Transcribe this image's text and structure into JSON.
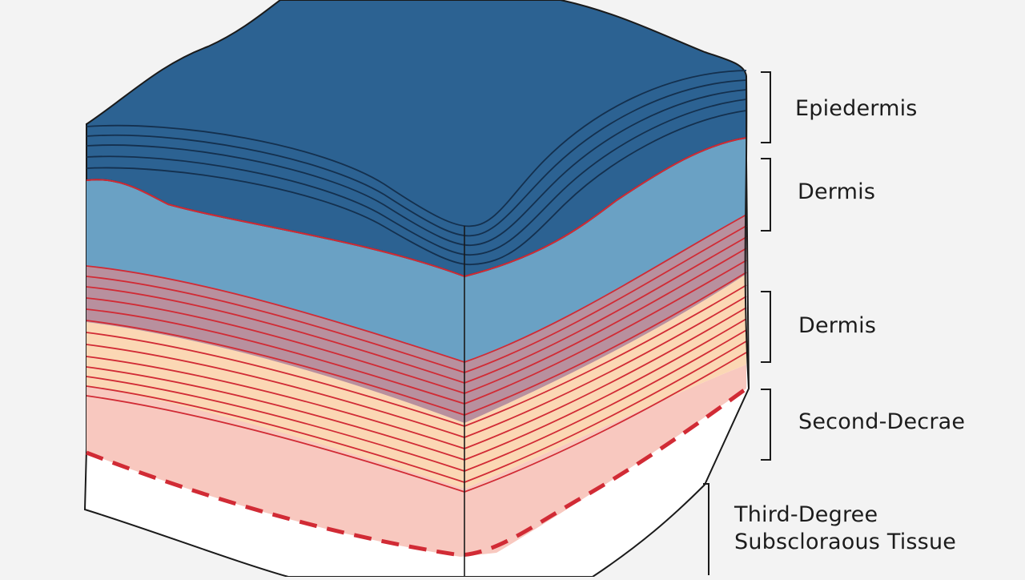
{
  "diagram": {
    "labels": [
      {
        "id": "epidermis",
        "text": "Epiedermis"
      },
      {
        "id": "dermis-upper",
        "text": "Dermis"
      },
      {
        "id": "dermis-lower",
        "text": "Dermis"
      },
      {
        "id": "second-degree",
        "text": "Second-Decrae"
      },
      {
        "id": "third-degree",
        "lines": [
          "Third-Degree",
          "Subscloraous Tissue"
        ]
      }
    ],
    "colors": {
      "background": "#f3f3f3",
      "epidermis": "#2c6292",
      "dermis": "#6aa1c4",
      "reticular": "#b8909e",
      "fat_band": "#fbd7b4",
      "deep_tissue": "#f8c8bf",
      "subcutaneous": "#ffffff",
      "burn_line": "#d12b35",
      "outline": "#1a1a1a"
    }
  }
}
